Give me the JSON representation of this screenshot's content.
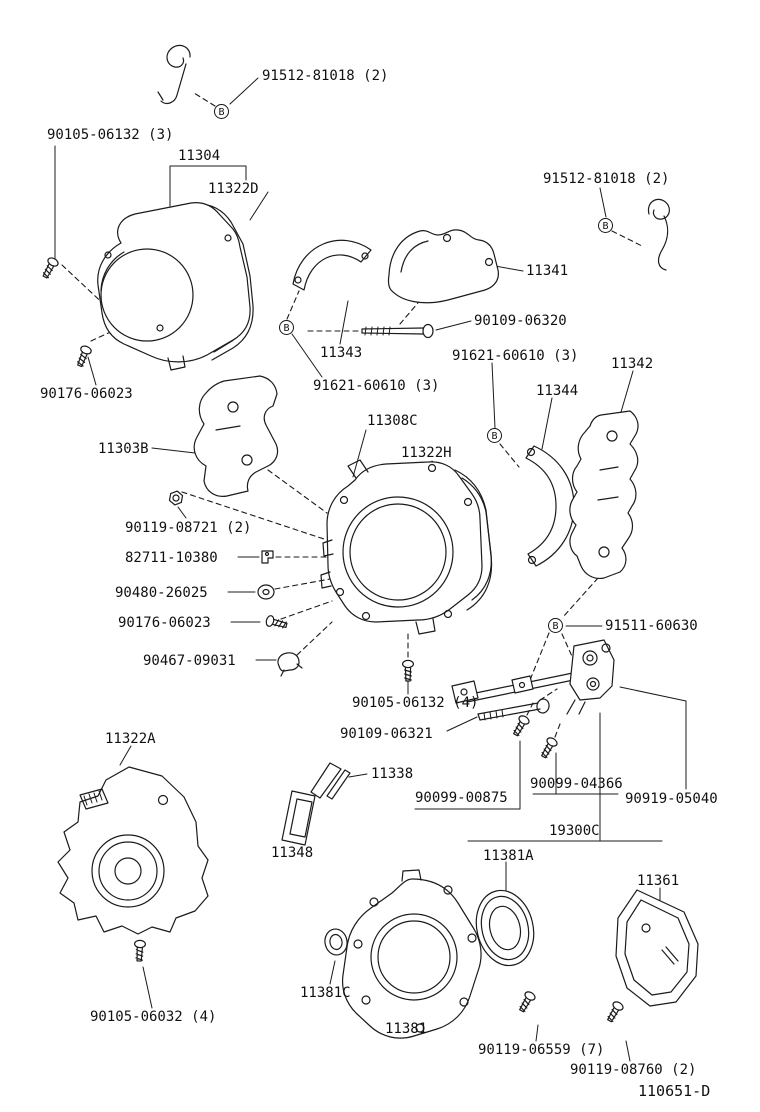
{
  "figure": {
    "code": "110651-D",
    "fastener_marker": "B"
  },
  "labels": [
    {
      "text": "91512-81018 (2)"
    },
    {
      "text": "90105-06132 (3)"
    },
    {
      "text": "11304"
    },
    {
      "text": "11322D"
    },
    {
      "text": "91512-81018 (2)"
    },
    {
      "text": "11341"
    },
    {
      "text": "90109-06320"
    },
    {
      "text": "11343"
    },
    {
      "text": "91621-60610 (3)"
    },
    {
      "text": "91621-60610 (3)"
    },
    {
      "text": "11342"
    },
    {
      "text": "11344"
    },
    {
      "text": "11303B"
    },
    {
      "text": "11308C"
    },
    {
      "text": "11322H"
    },
    {
      "text": "90176-06023"
    },
    {
      "text": "90119-08721 (2)"
    },
    {
      "text": "82711-10380"
    },
    {
      "text": "90480-26025"
    },
    {
      "text": "90176-06023"
    },
    {
      "text": "90467-09031"
    },
    {
      "text": "90105-06132 (4)"
    },
    {
      "text": "90109-06321"
    },
    {
      "text": "91511-60630"
    },
    {
      "text": "11322A"
    },
    {
      "text": "11338"
    },
    {
      "text": "11348"
    },
    {
      "text": "90099-00875"
    },
    {
      "text": "90099-04366"
    },
    {
      "text": "90919-05040"
    },
    {
      "text": "19300C"
    },
    {
      "text": "11381A"
    },
    {
      "text": "11361"
    },
    {
      "text": "11381C"
    },
    {
      "text": "11381"
    },
    {
      "text": "90105-06032 (4)"
    },
    {
      "text": "90119-06559 (7)"
    },
    {
      "text": "90119-08760 (2)"
    }
  ]
}
